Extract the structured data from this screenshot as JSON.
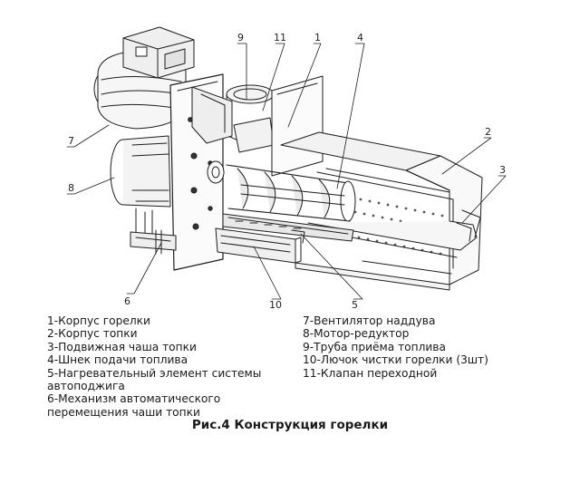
{
  "callouts": [
    "9",
    "11",
    "1",
    "4",
    "2",
    "3",
    "7",
    "8",
    "6",
    "10",
    "5"
  ],
  "legend": {
    "left": [
      "1-Корпус горелки",
      "2-Корпус топки",
      "3-Подвижная чаша топки",
      "4-Шнек подачи топлива",
      "5-Нагревательный элемент системы автоподжига",
      "6-Механизм автоматического перемещения чаши топки"
    ],
    "right": [
      "7-Вентилятор наддува",
      "8-Мотор-редуктор",
      "9-Труба приёма топлива",
      "10-Лючок чистки горелки (3шт)",
      "11-Клапан переходной"
    ]
  },
  "caption": "Рис.4 Конструкция горелки"
}
